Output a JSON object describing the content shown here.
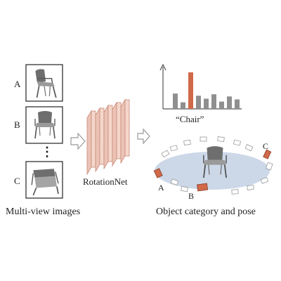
{
  "views": [
    {
      "label": "A",
      "kind": "side"
    },
    {
      "label": "B",
      "kind": "front"
    },
    {
      "label": "C",
      "kind": "top"
    }
  ],
  "ellipsis": "⋮",
  "input_caption": "Multi-view images",
  "network_label": "RotationNet",
  "output_caption": "Object category and pose",
  "predicted_class": "“Chair”",
  "histogram": {
    "values": [
      0.42,
      0.18,
      1.0,
      0.36,
      0.28,
      0.4,
      0.2,
      0.34,
      0.26
    ],
    "highlight_index": 2,
    "bar_color": "#8f8f8f",
    "highlight_color": "#d0694a"
  },
  "pose_labels": [
    "A",
    "B",
    "C"
  ],
  "colors": {
    "accent": "#d0694a",
    "layer_fill": "#f6d9cf",
    "layer_stroke": "#c98a78",
    "ellipse_fill": "#c7d4e6",
    "arrow_stroke": "#9a9a9a",
    "frame_stroke": "#222222",
    "chair_color": "#6e6e6e"
  }
}
